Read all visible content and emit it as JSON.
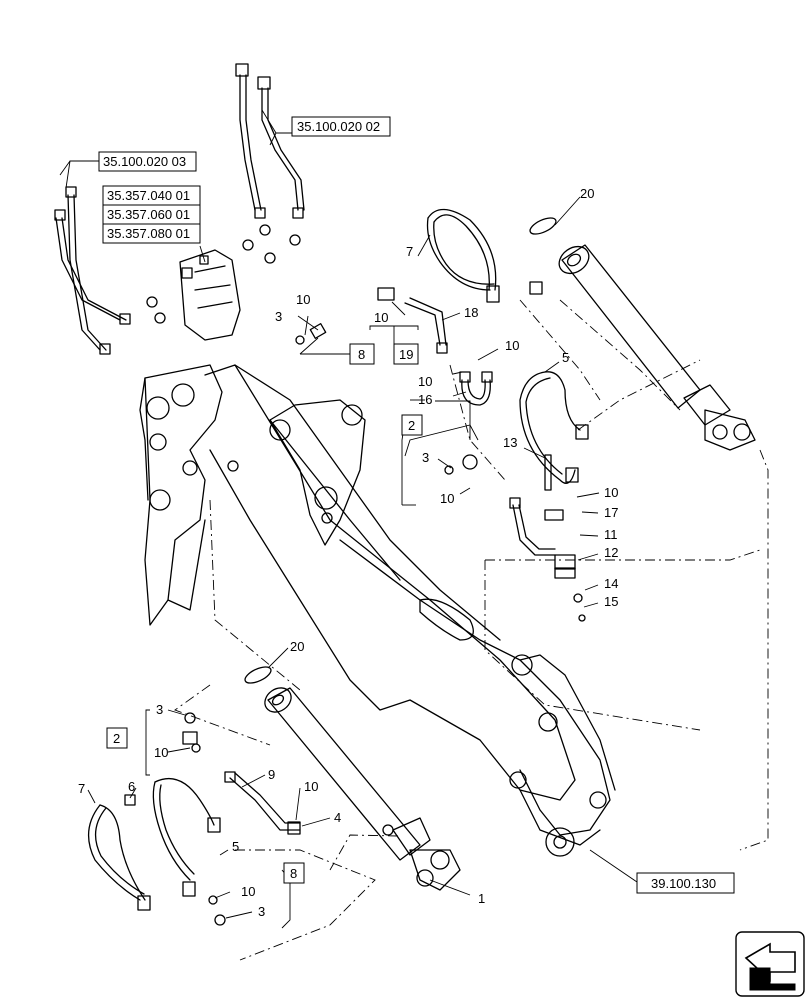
{
  "reference_boxes": {
    "ref_350200202": "35.100.020 02",
    "ref_350200203": "35.100.020 03",
    "ref_3535704001": "35.357.040 01",
    "ref_3535706001": "35.357.060 01",
    "ref_3535708001": "35.357.080 01",
    "ref_39100130": "39.100.130"
  },
  "kit_boxes": {
    "kit_8_top": "8",
    "kit_19": "19",
    "kit_2_mid": "2",
    "kit_2_low": "2",
    "kit_8_low": "8"
  },
  "callouts": {
    "c1": "1",
    "c3_top": "3",
    "c3_mid": "3",
    "c3_low_a": "3",
    "c3_low_b": "3",
    "c4": "4",
    "c5_top": "5",
    "c5_low": "5",
    "c6": "6",
    "c7_top": "7",
    "c7_low": "7",
    "c9": "9",
    "c10_a": "10",
    "c10_b": "10",
    "c10_c": "10",
    "c10_d": "10",
    "c10_e": "10",
    "c10_f": "10",
    "c10_g": "10",
    "c10_h": "10",
    "c10_i": "10",
    "c11": "11",
    "c12": "12",
    "c13": "13",
    "c14": "14",
    "c15": "15",
    "c16": "16",
    "c17": "17",
    "c18": "18",
    "c20_top": "20",
    "c20_low": "20"
  },
  "icons": {
    "nav": "next-page-arrow-icon"
  }
}
